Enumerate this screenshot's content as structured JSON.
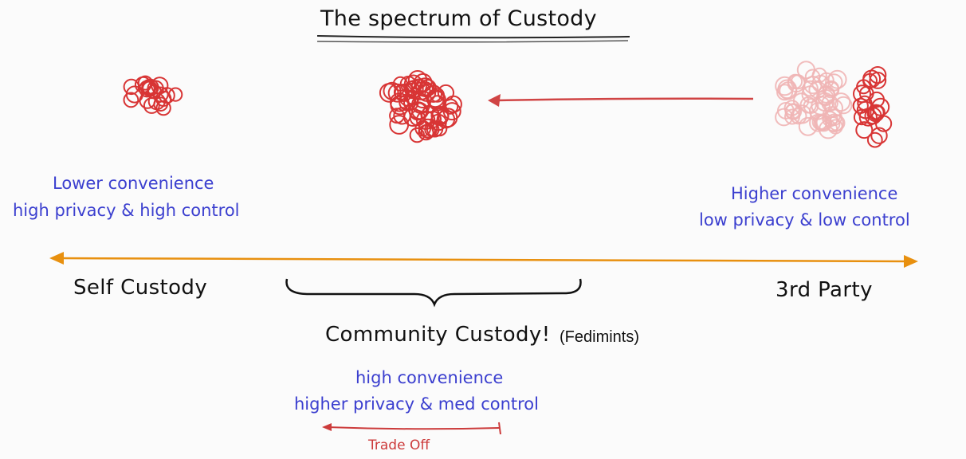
{
  "title": "The spectrum of Custody",
  "left": {
    "line1": "Lower convenience",
    "line2": "high privacy & high control",
    "axis_label": "Self Custody"
  },
  "right": {
    "line1": "Higher convenience",
    "line2": "low privacy & low control",
    "axis_label": "3rd Party"
  },
  "middle": {
    "label": "Community Custody!",
    "note": "(Fedimints)",
    "line1": "high convenience",
    "line2": "higher privacy & med control",
    "tradeoff": "Trade Off"
  },
  "colors": {
    "axis": "#e8900f",
    "dots": "#d83535",
    "dots_faded": "#f0b5b5",
    "blue_text": "#3b3fcf",
    "arrow": "#d04444"
  }
}
